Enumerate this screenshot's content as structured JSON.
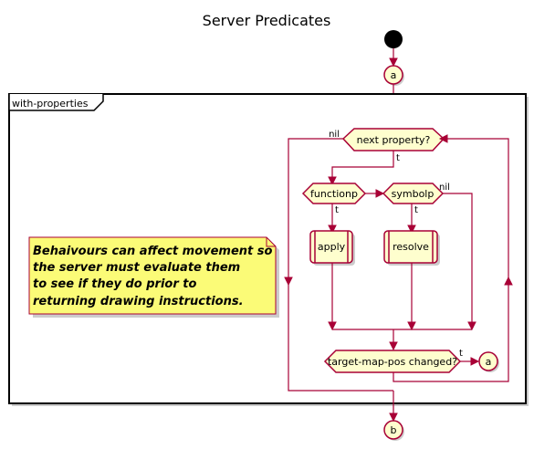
{
  "diagram": {
    "title": "Server Predicates",
    "frame_label": "with-properties",
    "connector_a_top": "a",
    "connector_a_right": "a",
    "connector_b": "b",
    "decisions": {
      "next_property": "next property?",
      "functionp": "functionp",
      "symbolp": "symbolp",
      "target_changed": "target-map-pos changed?"
    },
    "actions": {
      "apply": "apply",
      "resolve": "resolve"
    },
    "edge_labels": {
      "next_nil": "nil",
      "next_t": "t",
      "functionp_t": "t",
      "symbolp_t": "t",
      "symbolp_nil": "nil",
      "target_t": "t"
    },
    "note_lines": [
      "Behaivours can affect movement so",
      "the server must evaluate them",
      "to see if they do prior to",
      "returning drawing instructions."
    ],
    "colors": {
      "node_fill": "#FEFECE",
      "line": "#A80036",
      "note_fill": "#FBFB77"
    }
  }
}
